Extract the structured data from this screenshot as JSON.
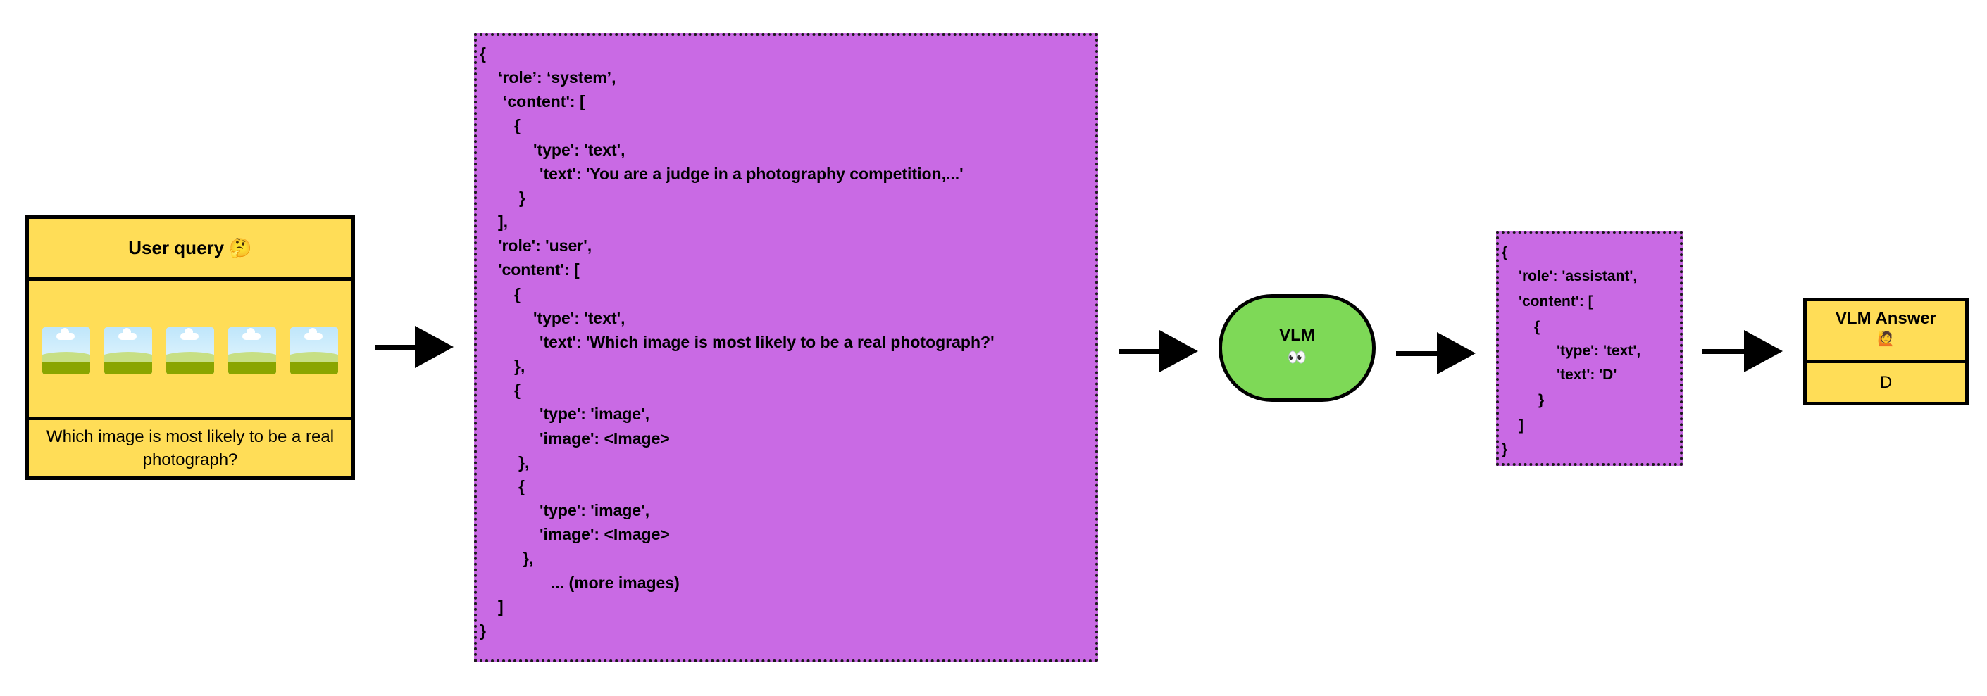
{
  "user_query": {
    "title": "User query",
    "title_emoji": "🤔",
    "image_count": 5,
    "question": "Which image is most likely to be a real photograph?"
  },
  "request_lines": [
    "{",
    "‘role’: ‘system’,",
    "‘content': [",
    "{",
    "'type': 'text',",
    "'text': 'You are a judge in a photography competition,...'",
    "}",
    "],",
    "'role': 'user',",
    "'content': [",
    "{",
    "'type': 'text',",
    "'text': 'Which image is most likely to be a real photograph?'",
    "},",
    "{",
    "'type': 'image',",
    "'image': <Image>",
    "},",
    "{",
    "'type': 'image',",
    "'image': <Image>",
    "},",
    "... (more images)",
    "]",
    "}"
  ],
  "model": {
    "label": "VLM",
    "emoji": "👀"
  },
  "response_lines": [
    "{",
    "'role': 'assistant',",
    "'content': [",
    "{",
    "'type': 'text',",
    "'text': 'D'",
    "}",
    "]",
    "}"
  ],
  "answer": {
    "title": "VLM Answer",
    "emoji": "🙋",
    "value": "D"
  },
  "colors": {
    "query_box": "#FFDD57",
    "message_box": "#C96AE4",
    "model_node": "#7ED957",
    "arrow": "#000000"
  }
}
